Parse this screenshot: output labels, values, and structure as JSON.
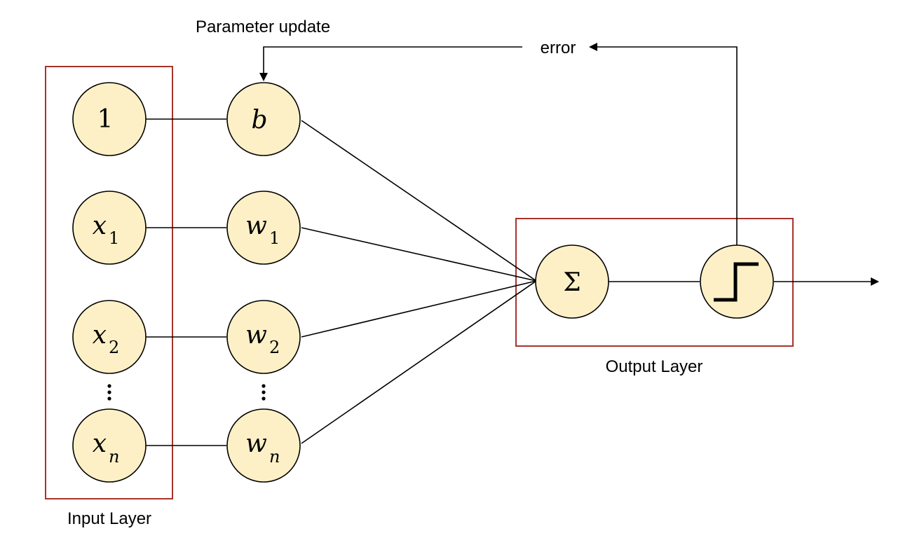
{
  "labels": {
    "parameter_update": "Parameter update",
    "error": "error",
    "input_layer": "Input Layer",
    "output_layer": "Output Layer"
  },
  "input_nodes": [
    {
      "base": "1",
      "sub": ""
    },
    {
      "base": "x",
      "sub": "1"
    },
    {
      "base": "x",
      "sub": "2"
    },
    {
      "base": "x",
      "sub": "n"
    }
  ],
  "weight_nodes": [
    {
      "base": "b",
      "sub": ""
    },
    {
      "base": "w",
      "sub": "1"
    },
    {
      "base": "w",
      "sub": "2"
    },
    {
      "base": "w",
      "sub": "n"
    }
  ],
  "sum_symbol": "Σ",
  "colors": {
    "node_fill": "#FDF0C6",
    "node_stroke": "#000000",
    "layer_box": "#A8332B",
    "line": "#000000"
  }
}
